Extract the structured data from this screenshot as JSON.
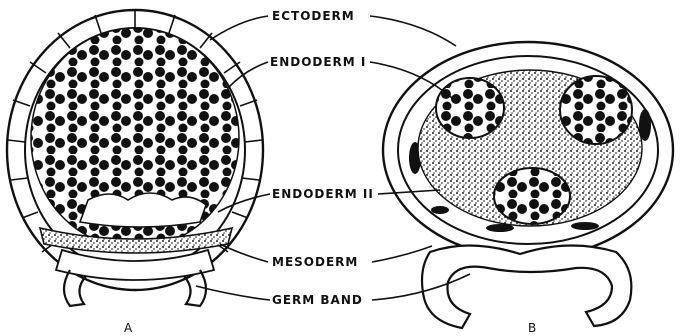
{
  "labels": {
    "ectoderm": "ECTODERM",
    "endoderm_1": "ENDODERM I",
    "endoderm_2": "ENDODERM II",
    "mesoderm": "MESODERM",
    "germ_band": "GERM BAND"
  },
  "captions": {
    "a": "A",
    "b": "B"
  }
}
